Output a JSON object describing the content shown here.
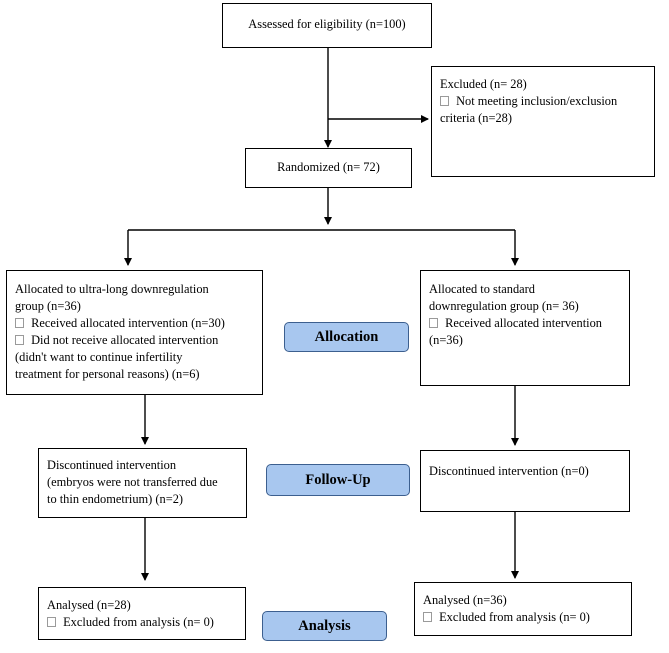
{
  "boxes": {
    "assessed": {
      "lines": [
        "Assessed for eligibility (n=100)"
      ]
    },
    "excluded": {
      "title": "Excluded (n= 28)",
      "item_line1": "Not meeting inclusion/exclusion",
      "item_line2": "criteria (n=28)"
    },
    "randomized": {
      "lines": [
        "Randomized (n= 72)"
      ]
    },
    "allocated_ultra": {
      "line1": "Allocated to ultra-long downregulation",
      "line2": "group (n=36)",
      "item1": "Received allocated intervention (n=30)",
      "item2_line1": "Did not receive allocated intervention",
      "item2_line2": "(didn't want to continue infertility",
      "item2_line3": "treatment for personal reasons) (n=6)"
    },
    "allocated_standard": {
      "line1": "Allocated to standard",
      "line2": "downregulation group (n= 36)",
      "item1_line1": "Received allocated intervention",
      "item1_line2": "(n=36)"
    },
    "discontinued_ultra": {
      "line1": "Discontinued intervention",
      "line2": "(embryos were not transferred due",
      "line3": "to thin endometrium) (n=2)"
    },
    "discontinued_standard": {
      "line1": "Discontinued intervention (n=0)"
    },
    "analysed_ultra": {
      "line1": "Analysed (n=28)",
      "item1": "Excluded from analysis (n= 0)"
    },
    "analysed_standard": {
      "line1": "Analysed (n=36)",
      "item1": "Excluded from analysis (n= 0)"
    }
  },
  "stages": {
    "allocation": "Allocation",
    "follow_up": "Follow-Up",
    "analysis": "Analysis"
  },
  "colors": {
    "stage_fill": "#a8c7ef",
    "stage_border": "#3c5f8f",
    "line": "#000000"
  }
}
